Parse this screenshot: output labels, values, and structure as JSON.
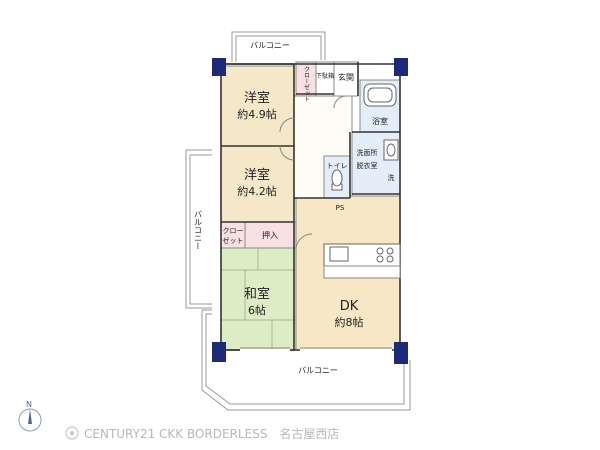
{
  "rooms": {
    "western_room_1": {
      "name": "洋室",
      "size": "約4.9帖"
    },
    "western_room_2": {
      "name": "洋室",
      "size": "約4.2帖"
    },
    "japanese_room": {
      "name": "和室",
      "size": "6帖"
    },
    "dk": {
      "name": "DK",
      "size": "約8帖"
    },
    "bathroom": "浴室",
    "toilet": "トイレ",
    "washroom": [
      "洗面所",
      "脱衣室"
    ],
    "washer": "洗",
    "entrance": "玄関",
    "shoe_closet": "下駄箱",
    "closet_top": "クローゼット",
    "closet_side": [
      "クロー",
      "ゼット"
    ],
    "oshiire": "押入",
    "ps": "PS"
  },
  "balconies": {
    "top": "バルコニー",
    "left": "バルコニー",
    "bottom": "バルコニー"
  },
  "watermark": "CENTURY21 CKK BORDERLESS　名古屋西店",
  "icons": [
    "compass-north-icon",
    "watermark-logo-icon",
    "bathtub-icon",
    "toilet-icon",
    "sink-icon",
    "stove-icon"
  ],
  "colors": {
    "western_floor": "#f5e8c8",
    "tatami": "#dcecc4",
    "dk_floor": "#f7e7c4",
    "wet_area": "#e3eef8",
    "closet": "#f8e0e4",
    "wall": "#1d2a78",
    "outline": "#888888"
  }
}
